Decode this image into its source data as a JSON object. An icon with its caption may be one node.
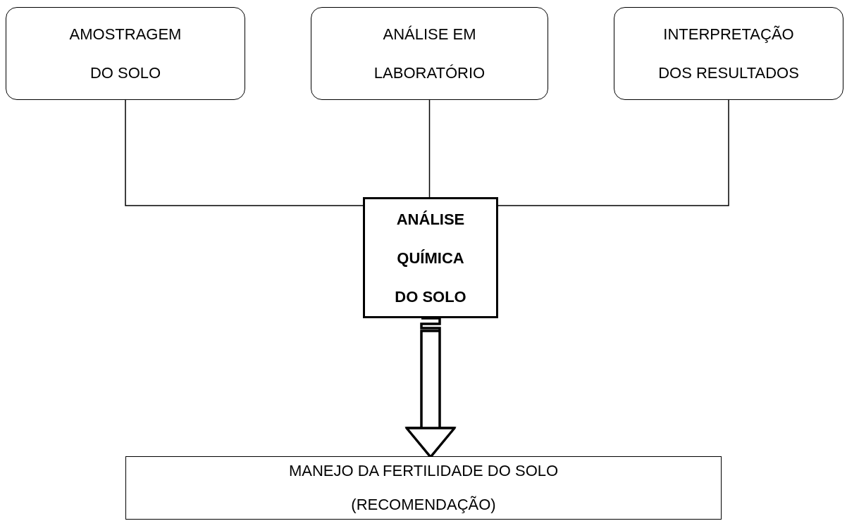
{
  "diagram": {
    "nodes": [
      {
        "text": [
          "AMOSTRAGEM DO SOLO"
        ]
      },
      {
        "text": [
          "ANÁLISE EM LABORATÓRIO"
        ]
      },
      {
        "text": [
          "INTERPRETAÇÃO DOS RESULTADOS"
        ]
      },
      {
        "text": [
          "ANÁLISE QUÍMICA DO SOLO"
        ]
      },
      {
        "text": [
          "MANEJO DA FERTILIDADE DO SOLO (RECOMENDAÇÃO)"
        ]
      }
    ],
    "edges": [
      {
        "from": 0,
        "to": 3,
        "arrow": "none"
      },
      {
        "from": 1,
        "to": 3,
        "arrow": "none"
      },
      {
        "from": 2,
        "to": 3,
        "arrow": "none"
      },
      {
        "from": 3,
        "to": 4,
        "arrow": "to",
        "style": "thick"
      }
    ]
  }
}
